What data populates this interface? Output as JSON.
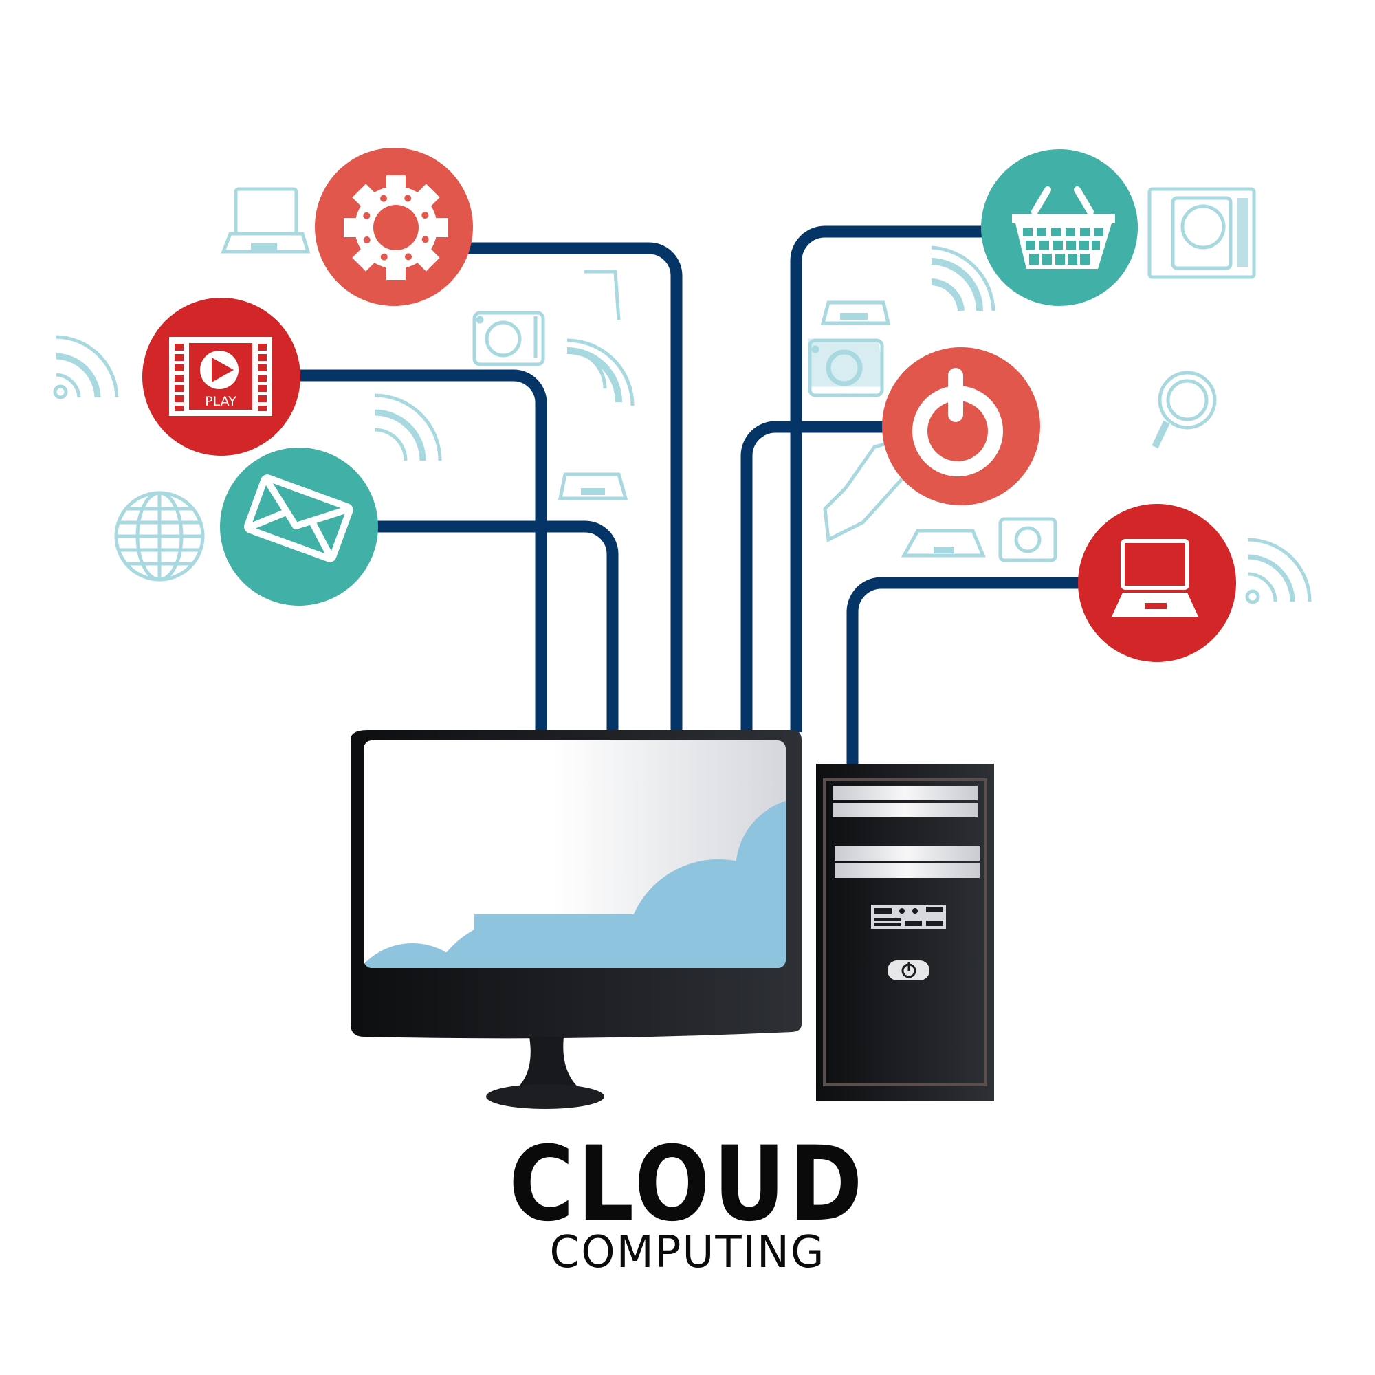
{
  "title": {
    "main": "CLOUD",
    "sub": "COMPUTING"
  },
  "colors": {
    "cable": "#053566",
    "coral": "#e2574c",
    "red": "#d32628",
    "teal": "#41b1a8",
    "faded_icon": "#8ccbd6",
    "cloud": "#8fc4de",
    "device_dark": "#1a1c1f"
  },
  "service_nodes": [
    {
      "id": "settings",
      "icon": "gear-icon",
      "color": "coral",
      "side": "left"
    },
    {
      "id": "video",
      "icon": "video-play-icon",
      "label": "PLAY",
      "color": "red",
      "side": "left"
    },
    {
      "id": "email",
      "icon": "envelope-icon",
      "color": "teal",
      "side": "left"
    },
    {
      "id": "shopping",
      "icon": "shopping-basket-icon",
      "color": "teal",
      "side": "right"
    },
    {
      "id": "power",
      "icon": "power-icon",
      "color": "coral",
      "side": "right"
    },
    {
      "id": "laptop",
      "icon": "laptop-icon",
      "color": "red",
      "side": "right"
    }
  ],
  "devices": {
    "monitor": "desktop-monitor",
    "tower": "pc-tower"
  },
  "background_icons": [
    "wifi-icon",
    "globe-icon",
    "laptop-icon",
    "camera-icon",
    "phone-icon",
    "magnifier-icon",
    "film-icon",
    "mouse-icon"
  ]
}
